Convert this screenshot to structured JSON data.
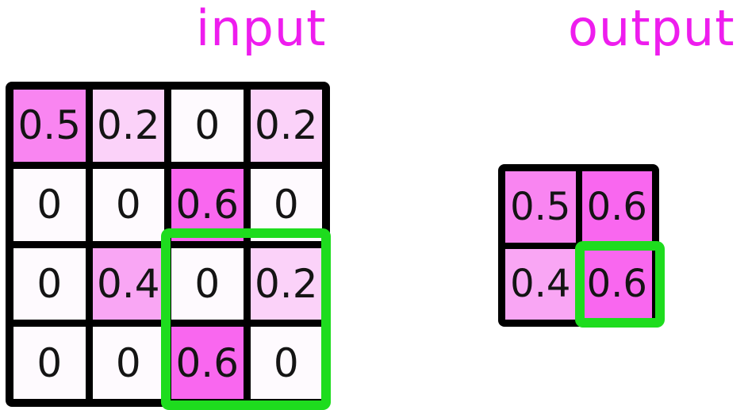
{
  "header": {
    "input_title": "input",
    "output_title": "output"
  },
  "colors": {
    "title": "#EE1DEE",
    "highlight_green": "#1EDC1E",
    "grid_border": "#000000",
    "cell_text": "#141414",
    "value_colors": {
      "0": "#FEFAFE",
      "0.2": "#FBD2F9",
      "0.4": "#F9A6F4",
      "0.5": "#F985F1",
      "0.6": "#F967EF"
    }
  },
  "input_grid": {
    "rows": [
      [
        "0.5",
        "0.2",
        "0",
        "0.2"
      ],
      [
        "0",
        "0",
        "0.6",
        "0"
      ],
      [
        "0",
        "0.4",
        "0",
        "0.2"
      ],
      [
        "0",
        "0",
        "0.6",
        "0"
      ]
    ]
  },
  "output_grid": {
    "rows": [
      [
        "0.5",
        "0.6"
      ],
      [
        "0.4",
        "0.6"
      ]
    ]
  }
}
